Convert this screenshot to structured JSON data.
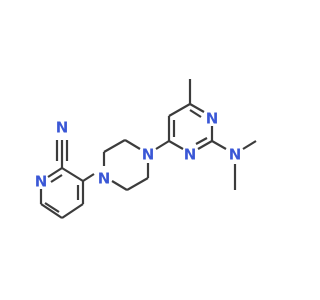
{
  "molecule": {
    "atoms": {
      "nitrile_n": {
        "symbol": "N",
        "color": "#3a57d6"
      },
      "pyridine_n": {
        "symbol": "N",
        "color": "#3a57d6"
      },
      "piperazine_n_left": {
        "symbol": "N",
        "color": "#3a57d6"
      },
      "piperazine_n_right": {
        "symbol": "N",
        "color": "#3a57d6"
      },
      "pyrimidine_n_top": {
        "symbol": "N",
        "color": "#3a57d6"
      },
      "pyrimidine_n_bottom": {
        "symbol": "N",
        "color": "#3a57d6"
      },
      "dimethylamino_n": {
        "symbol": "N",
        "color": "#3a57d6"
      }
    },
    "bond_color": "#3c3c3c",
    "background": "#ffffff"
  }
}
